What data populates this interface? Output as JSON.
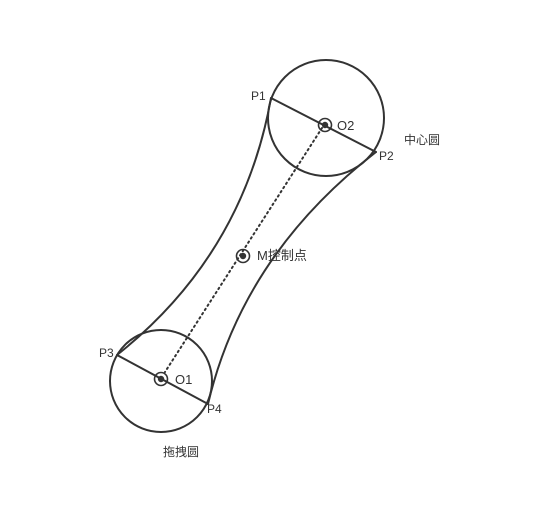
{
  "labels": {
    "p1": "P1",
    "p2": "P2",
    "p3": "P3",
    "p4": "P4",
    "o1": "O1",
    "o2": "O2",
    "m": "M控制点",
    "center_circle": "中心圆",
    "drag_circle": "拖拽圆"
  },
  "colors": {
    "stroke": "#333333",
    "background": "#ffffff"
  }
}
